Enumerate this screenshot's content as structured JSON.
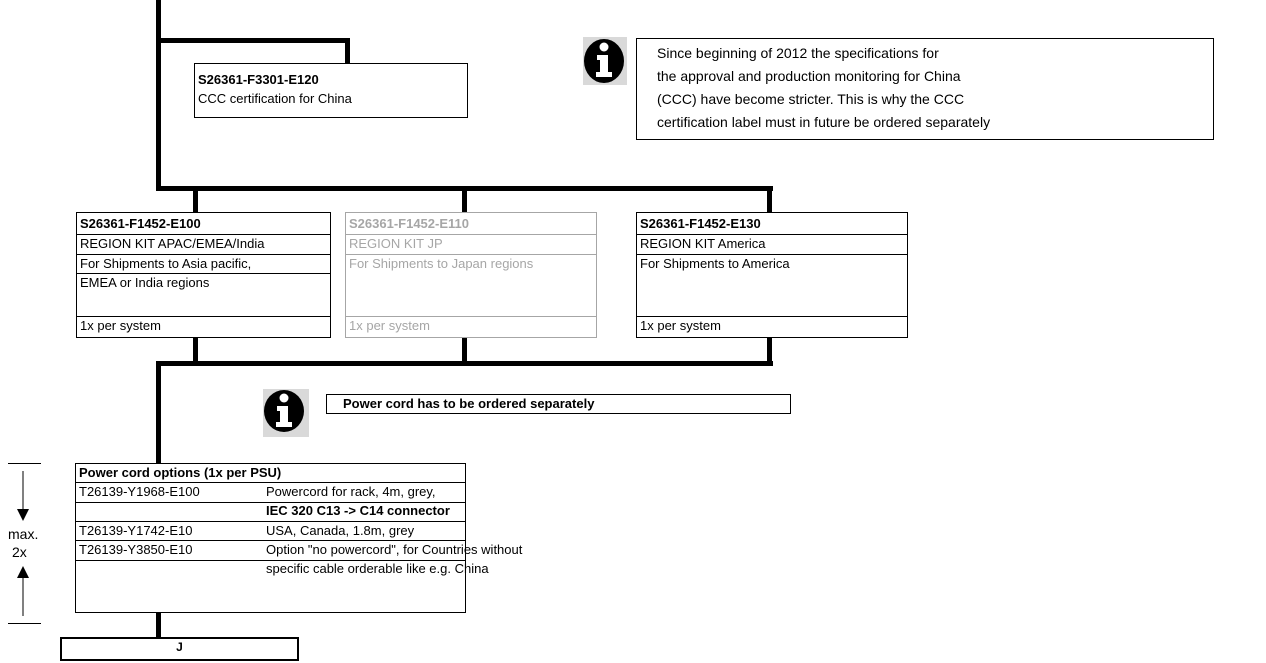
{
  "ccc_box": {
    "part": "S26361-F3301-E120",
    "desc": "CCC certification for China"
  },
  "ccc_note": {
    "lines": [
      "Since beginning of 2012 the specifications for",
      "the approval and production monitoring for China",
      "(CCC) have become stricter. This is why the CCC",
      "certification label must in future be ordered separately"
    ]
  },
  "region_kits": [
    {
      "part": "S26361-F1452-E100",
      "name": "REGION KIT APAC/EMEA/India",
      "desc_lines": [
        "For Shipments to Asia pacific,",
        "EMEA or India regions"
      ],
      "qty": "1x per system",
      "disabled": false
    },
    {
      "part": "S26361-F1452-E110",
      "name": "REGION KIT JP",
      "desc_lines": [
        "For Shipments to Japan regions"
      ],
      "qty": "1x per system",
      "disabled": true
    },
    {
      "part": "S26361-F1452-E130",
      "name": "REGION KIT America",
      "desc_lines": [
        "For Shipments to America"
      ],
      "qty": "1x per system",
      "disabled": false
    }
  ],
  "power_cord_note": "Power cord has to be ordered separately",
  "quantity_marker": {
    "line1": "max.",
    "line2": "2x"
  },
  "power_cord_table": {
    "header": "Power cord options (1x per PSU)",
    "rows": [
      {
        "part": "T26139-Y1968-E100",
        "desc": "Powercord for rack, 4m, grey,",
        "desc2": "IEC 320 C13 -> C14 connector"
      },
      {
        "part": "T26139-Y1742-E10",
        "desc": "USA, Canada, 1.8m, grey",
        "desc2": ""
      },
      {
        "part": "T26139-Y3850-E10",
        "desc": "Option \"no powercord\", for Countries without",
        "desc2": "specific cable orderable like e.g. China"
      }
    ]
  },
  "connector_box": {
    "label": "J"
  },
  "colors": {
    "line": "#000000",
    "disabled_text": "#a6a6a6",
    "icon_fill": "#000000",
    "icon_bg": "#d9d9d9"
  }
}
